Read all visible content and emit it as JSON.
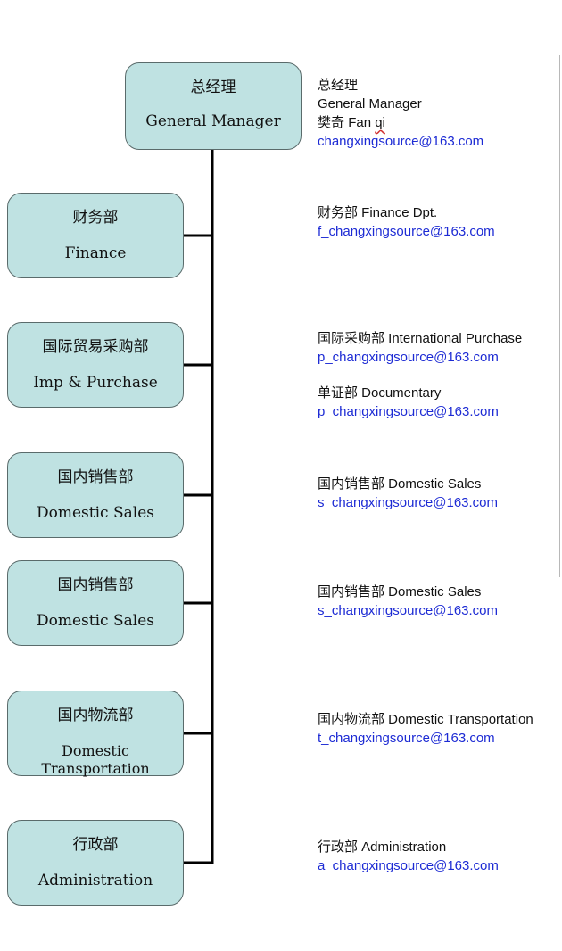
{
  "general_manager": {
    "zh": "总经理",
    "en": "General Manager",
    "info": {
      "title_zh": "总经理",
      "title_en": "General Manager",
      "name_zh": "樊奇",
      "name_en_a": "Fan ",
      "name_en_b": "qi",
      "email": "changxingsource@163.com"
    }
  },
  "departments": [
    {
      "zh": "财务部",
      "en": "Finance"
    },
    {
      "zh": "国际贸易采购部",
      "en": "Imp & Purchase"
    },
    {
      "zh": "国内销售部",
      "en": "Domestic Sales"
    },
    {
      "zh": "国内销售部",
      "en": "Domestic Sales"
    },
    {
      "zh": "国内物流部",
      "en": "Domestic Transportation"
    },
    {
      "zh": "行政部",
      "en": "Administration"
    }
  ],
  "contacts": [
    {
      "label": "财务部 Finance Dpt.",
      "email": "f_changxingsource@163.com"
    },
    {
      "label": "国际采购部  International Purchase",
      "email": "p_changxingsource@163.com"
    },
    {
      "label": "单证部  Documentary",
      "email": "p_changxingsource@163.com"
    },
    {
      "label": "国内销售部  Domestic Sales",
      "email": "s_changxingsource@163.com"
    },
    {
      "label": "国内销售部  Domestic Sales",
      "email": "s_changxingsource@163.com"
    },
    {
      "label": "国内物流部  Domestic Transportation",
      "email": "t_changxingsource@163.com"
    },
    {
      "label": "行政部 Administration",
      "email": "a_changxingsource@163.com"
    }
  ],
  "colors": {
    "node_fill": "#bfe2e2",
    "node_border": "#5a6b6b",
    "connector": "#000000",
    "email_link": "#1d2bd4"
  }
}
